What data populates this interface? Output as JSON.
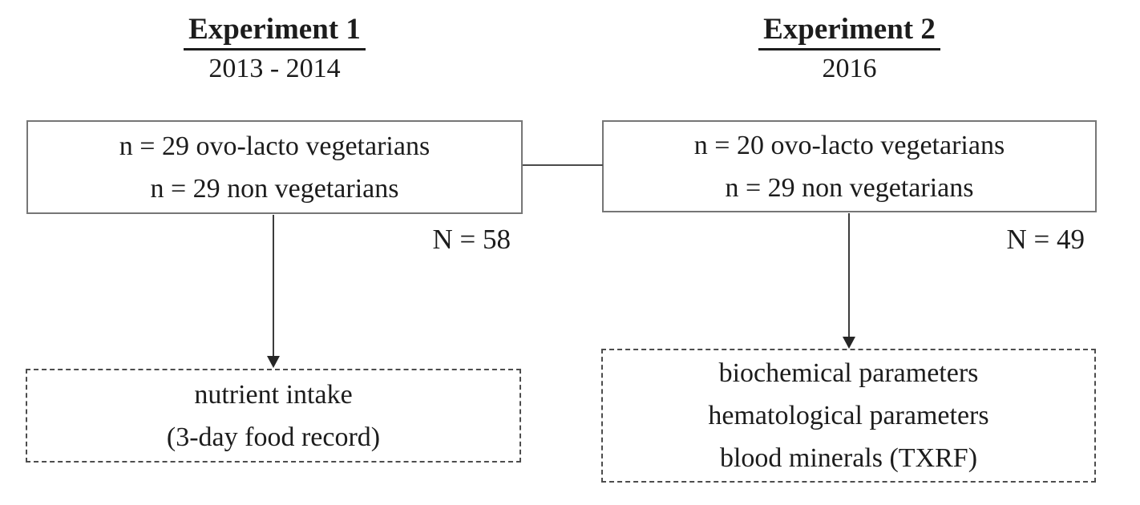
{
  "experiment1": {
    "title": "Experiment 1",
    "period": "2013 - 2014",
    "cohort_line1": "n = 29 ovo-lacto vegetarians",
    "cohort_line2": "n = 29 non vegetarians",
    "total": "N = 58",
    "outcome_line1": "nutrient intake",
    "outcome_line2": "(3-day food record)"
  },
  "experiment2": {
    "title": "Experiment 2",
    "period": "2016",
    "cohort_line1": "n = 20 ovo-lacto vegetarians",
    "cohort_line2": "n = 29 non vegetarians",
    "total": "N = 49",
    "outcome_line1": "biochemical parameters",
    "outcome_line2": "hematological parameters",
    "outcome_line3": "blood minerals (TXRF)"
  },
  "colors": {
    "text": "#1c1c1c",
    "solid_box_border": "#767676",
    "dashed_box_border": "#4d4d4d",
    "connector_line": "#3c3c3c",
    "background": "#ffffff"
  }
}
